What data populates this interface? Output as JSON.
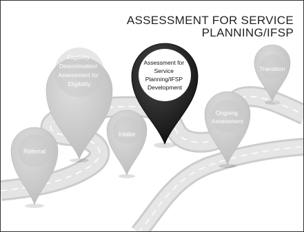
{
  "title": {
    "line1": "ASSESSMENT FOR SERVICE",
    "line2": "PLANNING/IFSP"
  },
  "pins": {
    "referral": {
      "lines": [
        "Referral"
      ]
    },
    "intake": {
      "lines": [
        "Intake"
      ]
    },
    "eligibility": {
      "lines": [
        "Eligibility",
        "Determination/",
        "Assessment for",
        "Eligibility"
      ]
    },
    "assessment": {
      "lines": [
        "Assessment for",
        "Service",
        "Planning/IFSP",
        "Development"
      ]
    },
    "ongoing": {
      "lines": [
        "Ongoing",
        "Assessment"
      ]
    },
    "transition": {
      "lines": [
        "Transition"
      ]
    }
  },
  "colors": {
    "active_pin": "#1c1c1c",
    "inactive_pin": "#cfcfcf",
    "inactive_text": "#ffffff",
    "road": "#d6d6d6"
  }
}
